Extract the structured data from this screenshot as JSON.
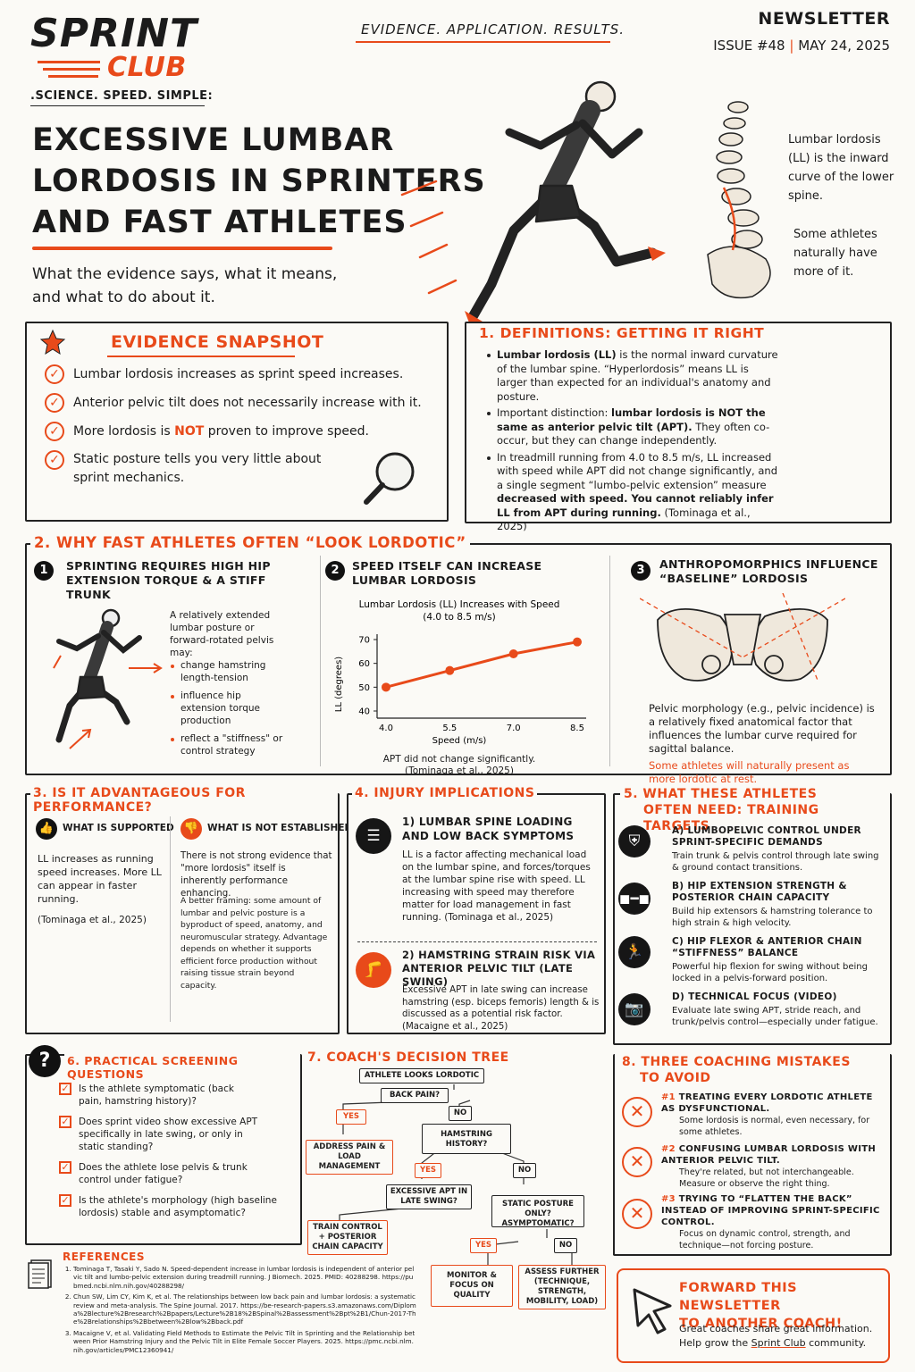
{
  "brand": {
    "name_1": "SPRINT",
    "name_2": "CLUB",
    "tagline": ".SCIENCE. SPEED. SIMPLE:"
  },
  "header": {
    "motto": "EVIDENCE. APPLICATION. RESULTS.",
    "label": "NEWSLETTER",
    "issue": "ISSUE #48",
    "date": "MAY 24, 2025"
  },
  "hero": {
    "title_lines": [
      "EXCESSIVE LUMBAR",
      "LORDOSIS IN SPRINTERS",
      "AND FAST ATHLETES"
    ],
    "subtitle_lines": [
      "What the evidence says, what it means,",
      "and what to do about it."
    ],
    "spine_note_1": "Lumbar lordosis (LL) is the inward curve of the lower spine.",
    "spine_note_2": "Some athletes naturally have more of it."
  },
  "snapshot": {
    "title": "EVIDENCE SNAPSHOT",
    "items": [
      {
        "pre": "Lumbar lordosis increases as sprint speed increases.",
        "hl": "",
        "post": ""
      },
      {
        "pre": "Anterior pelvic tilt does not necessarily increase with it.",
        "hl": "",
        "post": ""
      },
      {
        "pre": "More lordosis is ",
        "hl": "NOT",
        "post": " proven to improve speed."
      },
      {
        "pre": "Static posture tells you very little about sprint mechanics.",
        "hl": "",
        "post": ""
      }
    ]
  },
  "definitions": {
    "title": "1. DEFINITIONS: GETTING IT RIGHT",
    "b1_bold": "Lumbar lordosis (LL)",
    "b1_rest": " is the normal inward curvature of the lumbar spine. “Hyperlordosis” means LL is larger than expected for an individual's anatomy and posture.",
    "b2_pre": "Important distinction: ",
    "b2_bold": "lumbar lordosis is NOT the same as anterior pelvic tilt (APT).",
    "b2_rest": " They often co-occur, but they can change independently.",
    "b3_pre": "In treadmill running from 4.0 to 8.5 m/s, LL increased with speed while APT did not change significantly, and a single segment “lumbo-pelvic extension” measure ",
    "b3_bold": "decreased with speed. You cannot reliably infer LL from APT during running.",
    "b3_rest": " (Tominaga et al., 2025)"
  },
  "section2": {
    "title": "2. WHY FAST ATHLETES OFTEN “LOOK LORDOTIC”",
    "col1": {
      "num": "1",
      "title": "SPRINTING REQUIRES HIGH HIP EXTENSION TORQUE & A STIFF TRUNK",
      "intro": "A relatively extended lumbar posture or forward-rotated pelvis may:",
      "bullets": [
        "change hamstring length-tension",
        "influence hip extension torque production",
        "reflect a \"stiffness\" or control strategy"
      ]
    },
    "col2": {
      "num": "2",
      "title": "SPEED ITSELF CAN INCREASE LUMBAR LORDOSIS",
      "note": "APT did not change significantly.",
      "cite": "(Tominaga et al., 2025)"
    },
    "col3": {
      "num": "3",
      "title": "ANTHROPOMORPHICS INFLUENCE “BASELINE” LORDOSIS",
      "body": "Pelvic morphology (e.g., pelvic incidence) is a relatively fixed anatomical factor that influences the lumbar curve required for sagittal balance.",
      "highlight": "Some athletes will naturally present as more lordotic at rest."
    }
  },
  "chart_data": {
    "type": "line",
    "title": "Lumbar Lordosis (LL) Increases with Speed (4.0 to 8.5 m/s)",
    "title_lines": [
      "Lumbar Lordosis (LL) Increases with Speed",
      "(4.0 to 8.5 m/s)"
    ],
    "xlabel": "Speed (m/s)",
    "ylabel": "LL (degrees)",
    "x": [
      4.0,
      5.5,
      7.0,
      8.5
    ],
    "x_ticks": [
      "4.0",
      "5.5",
      "7.0",
      "8.5"
    ],
    "y": [
      50,
      57,
      64,
      69
    ],
    "y_ticks": [
      "40",
      "50",
      "60",
      "70"
    ],
    "ylim": [
      40,
      70
    ],
    "grid": false,
    "color": "#e84a1a"
  },
  "section3": {
    "title": "3. IS IT ADVANTAGEOUS FOR PERFORMANCE?",
    "sup_title": "WHAT IS SUPPORTED",
    "sup_body": "LL increases as running speed increases. More LL can appear in faster running.",
    "sup_cite": "(Tominaga et al., 2025)",
    "not_title": "WHAT IS NOT ESTABLISHED",
    "not_body_1": "There is not strong evidence that \"more lordosis\" itself is inherently performance enhancing.",
    "not_body_2": "A better framing: some amount of lumbar and pelvic posture is a byproduct of speed, anatomy, and neuromuscular strategy. Advantage depends on whether it supports efficient force production without raising tissue strain beyond capacity."
  },
  "section4": {
    "title": "4. INJURY IMPLICATIONS",
    "a_title": "1) LUMBAR SPINE LOADING AND LOW BACK SYMPTOMS",
    "a_body": "LL is a factor affecting mechanical load on the lumbar spine, and forces/torques at the lumbar spine rise with speed. LL increasing with speed may therefore matter for load management in fast running. (Tominaga et al., 2025)",
    "b_title": "2) HAMSTRING STRAIN RISK VIA ANTERIOR PELVIC TILT (LATE SWING)",
    "b_body": "Excessive APT in late swing can increase hamstring (esp. biceps femoris) length & is discussed as a potential risk factor. (Macaigne et al., 2025)"
  },
  "section5": {
    "title_1": "5. WHAT THESE ATHLETES",
    "title_2": "OFTEN NEED: TRAINING TARGETS",
    "items": [
      {
        "title": "A) LUMBOPELVIC CONTROL UNDER SPRINT-SPECIFIC DEMANDS",
        "body": "Train trunk & pelvis control through late swing & ground contact transitions.",
        "icon": "shield-icon"
      },
      {
        "title": "B) HIP EXTENSION STRENGTH & POSTERIOR CHAIN CAPACITY",
        "body": "Build hip extensors & hamstring tolerance to high strain & high velocity.",
        "icon": "dumbbell-icon"
      },
      {
        "title": "C) HIP FLEXOR & ANTERIOR CHAIN “STIFFNESS” BALANCE",
        "body": "Powerful hip flexion for swing without being locked in a pelvis-forward position.",
        "icon": "runner-icon"
      },
      {
        "title": "D) TECHNICAL FOCUS (VIDEO)",
        "body": "Evaluate late swing APT, stride reach, and trunk/pelvis control—especially under fatigue.",
        "icon": "camera-icon"
      }
    ]
  },
  "section6": {
    "title": "6. PRACTICAL SCREENING QUESTIONS",
    "items": [
      "Is the athlete symptomatic (back pain, hamstring history)?",
      "Does sprint video show excessive APT specifically in late swing, or only in static standing?",
      "Does the athlete lose pelvis & trunk control under fatigue?",
      "Is the athlete's morphology (high baseline lordosis) stable and asymptomatic?"
    ]
  },
  "section7": {
    "title": "7. COACH'S DECISION TREE",
    "root": "ATHLETE LOOKS LORDOTIC",
    "q1": "BACK PAIN?",
    "yes": "YES",
    "no": "NO",
    "a1": "ADDRESS PAIN & LOAD MANAGEMENT",
    "q2": "HAMSTRING HISTORY?",
    "q3": "EXCESSIVE APT IN LATE SWING?",
    "q4": "STATIC POSTURE ONLY? ASYMPTOMATIC?",
    "a2": "TRAIN CONTROL + POSTERIOR CHAIN CAPACITY",
    "a3": "MONITOR & FOCUS ON QUALITY",
    "a4": "ASSESS FURTHER (TECHNIQUE, STRENGTH, MOBILITY, LOAD)"
  },
  "section8": {
    "title_1": "8. THREE COACHING MISTAKES",
    "title_2": "TO AVOID",
    "items": [
      {
        "num": "#1",
        "title": "TREATING EVERY LORDOTIC ATHLETE AS DYSFUNCTIONAL.",
        "body": "Some lordosis is normal, even necessary, for some athletes."
      },
      {
        "num": "#2",
        "title": "CONFUSING LUMBAR LORDOSIS WITH ANTERIOR PELVIC TILT.",
        "body": "They're related, but not interchangeable. Measure or observe the right thing."
      },
      {
        "num": "#3",
        "title": "TRYING TO “FLATTEN THE BACK” INSTEAD OF IMPROVING SPRINT-SPECIFIC CONTROL.",
        "body": "Focus on dynamic control, strength, and technique—not forcing posture."
      }
    ]
  },
  "references": {
    "title": "REFERENCES",
    "items": [
      "Tominaga T, Tasaki Y, Sado N. Speed-dependent increase in lumbar lordosis is independent of anterior pelvic tilt and lumbo-pelvic extension during treadmill running. J Biomech. 2025. PMID: 40288298. https://pubmed.ncbi.nlm.nih.gov/40288298/",
      "Chun SW, Lim CY, Kim K, et al. The relationships between low back pain and lumbar lordosis: a systematic review and meta-analysis. The Spine Journal. 2017. https://be-research-papers.s3.amazonaws.com/Diploma%2Blecture%2Bresearch%2Bpapers/Lecture%2B18%2BSpinal%2Bassessment%2Bpt%2B1/Chun-2017-The%2Brelationships%2Bbetween%2Blow%2Bback.pdf",
      "Macaigne V, et al. Validating Field Methods to Estimate the Pelvic Tilt in Sprinting and the Relationship between Prior Hamstring Injury and the Pelvic Tilt in Elite Female Soccer Players. 2025. https://pmc.ncbi.nlm.nih.gov/articles/PMC12360941/"
    ]
  },
  "cta": {
    "title_1": "FORWARD THIS NEWSLETTER",
    "title_2": "TO ANOTHER COACH!",
    "body_1": "Great coaches share great information.",
    "body_2_pre": "Help grow the ",
    "body_2_hl": "Sprint Club",
    "body_2_post": " community."
  },
  "colors": {
    "accent": "#e84a1a",
    "ink": "#1b1b1b",
    "paper": "#fbfaf6"
  }
}
